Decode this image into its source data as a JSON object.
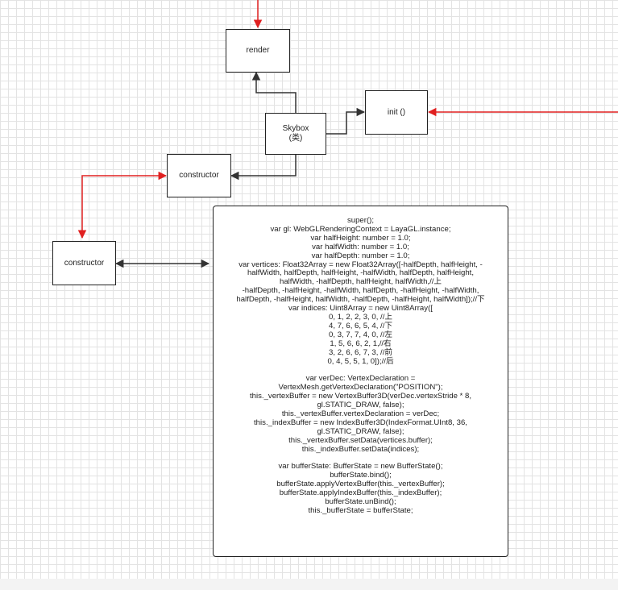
{
  "nodes": {
    "render": "render",
    "init": "init ()",
    "skybox_name": "Skybox",
    "skybox_sub": "(类)",
    "constructor_a": "constructor",
    "constructor_b": "constructor"
  },
  "code_lines": [
    "super();",
    "var gl: WebGLRenderingContext = LayaGL.instance;",
    "var halfHeight: number = 1.0;",
    "var halfWidth: number = 1.0;",
    "var halfDepth: number = 1.0;",
    "var vertices: Float32Array = new Float32Array([-halfDepth, halfHeight, -",
    "halfWidth, halfDepth, halfHeight, -halfWidth, halfDepth, halfHeight,",
    "halfWidth, -halfDepth, halfHeight, halfWidth,//上",
    "-halfDepth, -halfHeight, -halfWidth, halfDepth, -halfHeight, -halfWidth,",
    "halfDepth, -halfHeight, halfWidth, -halfDepth, -halfHeight, halfWidth]);//下",
    "var indices: Uint8Array = new Uint8Array([",
    "0, 1, 2, 2, 3, 0, //上",
    "4, 7, 6, 6, 5, 4, //下",
    "0, 3, 7, 7, 4, 0, //左",
    "1, 5, 6, 6, 2, 1,//右",
    "3, 2, 6, 6, 7, 3, //前",
    "0, 4, 5, 5, 1, 0]);//后",
    "",
    "var verDec: VertexDeclaration =",
    "VertexMesh.getVertexDeclaration(\"POSITION\");",
    "this._vertexBuffer = new VertexBuffer3D(verDec.vertexStride * 8,",
    "gl.STATIC_DRAW, false);",
    "this._vertexBuffer.vertexDeclaration = verDec;",
    "this._indexBuffer = new IndexBuffer3D(IndexFormat.UInt8, 36,",
    "gl.STATIC_DRAW, false);",
    "this._vertexBuffer.setData(vertices.buffer);",
    "this._indexBuffer.setData(indices);",
    "",
    "var bufferState: BufferState = new BufferState();",
    "bufferState.bind();",
    "bufferState.applyVertexBuffer(this._vertexBuffer);",
    "bufferState.applyIndexBuffer(this._indexBuffer);",
    "bufferState.unBind();",
    "this._bufferState = bufferState;"
  ],
  "colors": {
    "black_edge": "#333333",
    "red_edge": "#e02020",
    "border": "#222222"
  }
}
